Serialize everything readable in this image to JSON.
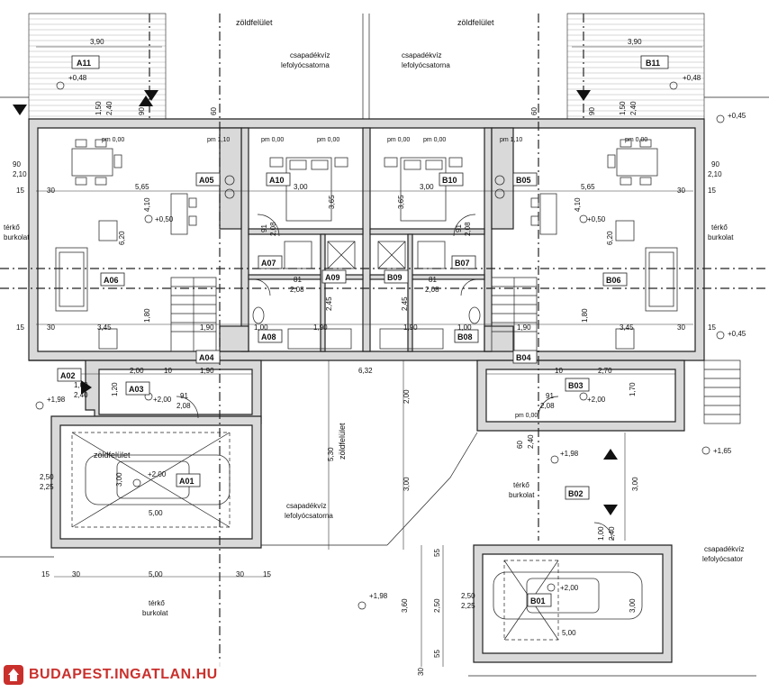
{
  "plan": {
    "rooms": [
      {
        "id": "A11",
        "label": "A11"
      },
      {
        "id": "B11",
        "label": "B11"
      },
      {
        "id": "A05",
        "label": "A05"
      },
      {
        "id": "A10",
        "label": "A10"
      },
      {
        "id": "B10",
        "label": "B10"
      },
      {
        "id": "B05",
        "label": "B05"
      },
      {
        "id": "A06",
        "label": "A06"
      },
      {
        "id": "A07",
        "label": "A07"
      },
      {
        "id": "A09",
        "label": "A09"
      },
      {
        "id": "B09",
        "label": "B09"
      },
      {
        "id": "B07",
        "label": "B07"
      },
      {
        "id": "B06",
        "label": "B06"
      },
      {
        "id": "A08",
        "label": "A08"
      },
      {
        "id": "B08",
        "label": "B08"
      },
      {
        "id": "A04",
        "label": "A04"
      },
      {
        "id": "B04",
        "label": "B04"
      },
      {
        "id": "A02",
        "label": "A02"
      },
      {
        "id": "A03",
        "label": "A03"
      },
      {
        "id": "B03",
        "label": "B03"
      },
      {
        "id": "A01",
        "label": "A01"
      },
      {
        "id": "B02",
        "label": "B02"
      },
      {
        "id": "B01",
        "label": "B01"
      }
    ],
    "notes": {
      "zold": "zöldfelület",
      "csapadek1": "csapadékvíz",
      "csapadek2": "lefolyócsatorna",
      "csapadek2_trunc": "lefolyócsator",
      "terko": "térkő",
      "burkolat": "burkolat",
      "pm": "pm 0,00",
      "pm110": "pm 1,10"
    },
    "levels": {
      "l048": "+0,48",
      "l050": "+0,50",
      "l045": "+0,45",
      "l198": "+1,98",
      "l200": "+2,00",
      "l165": "+1,65"
    },
    "dims": {
      "d390": "3,90",
      "d565": "5,65",
      "d410": "4,10",
      "d620": "6,20",
      "d345": "3,45",
      "d180": "1,80",
      "d300": "3,00",
      "d365": "3,65",
      "d245": "2,45",
      "d190": "1,90",
      "d100": "1,00",
      "d30": "30",
      "d15": "15",
      "d10": "10",
      "d200": "2,00",
      "d632": "6,32",
      "d270": "2,70",
      "d170": "1,70",
      "d530": "5,30",
      "d500": "5,00",
      "d360": "3,60",
      "d250": "2,50",
      "d225": "2,25",
      "d55": "55",
      "d150": "1,50",
      "d240": "2,40",
      "d90": "90",
      "d60": "60",
      "d210": "2,10",
      "d91": "91",
      "d208": "2,08",
      "d81": "81",
      "d120": "1,20"
    }
  },
  "watermark": {
    "text": "BUDAPEST.INGATLAN.HU",
    "icon": "house-icon",
    "color": "#c9302c"
  }
}
